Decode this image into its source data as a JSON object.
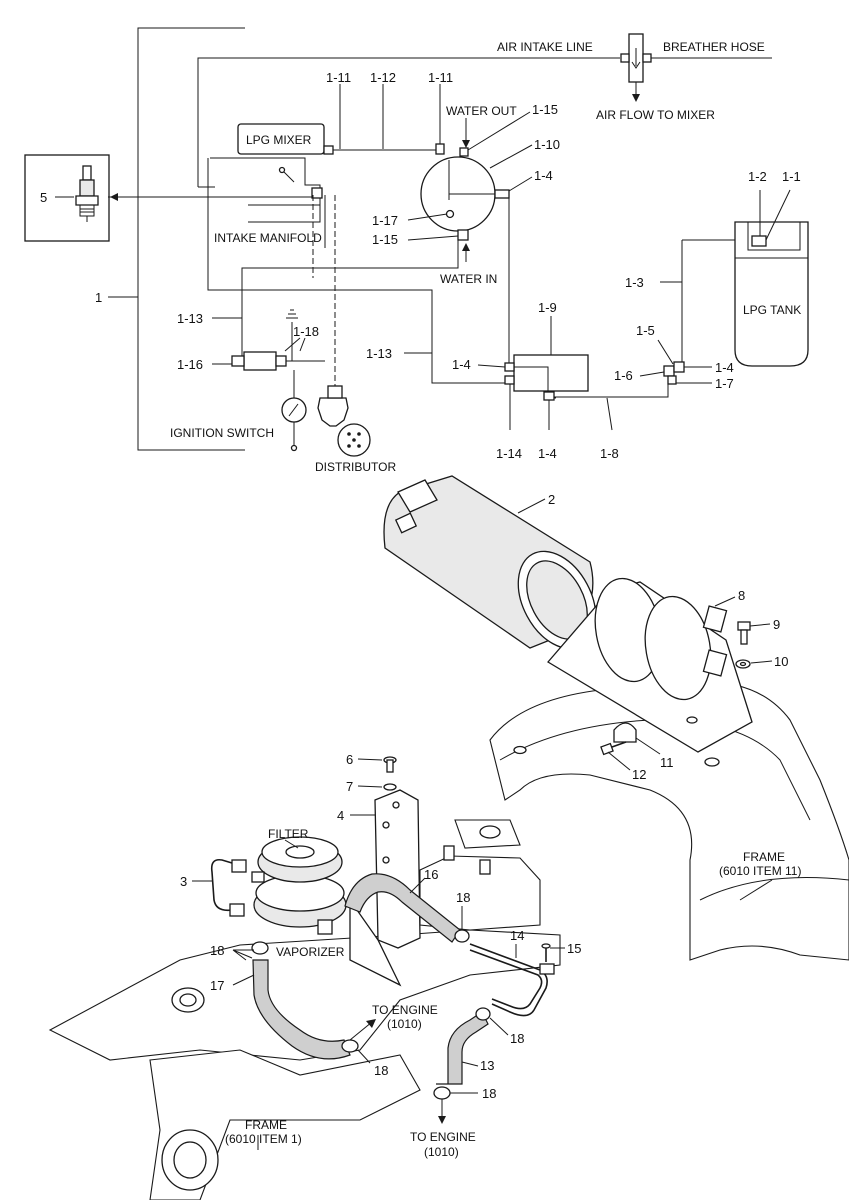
{
  "schematic": {
    "air_intake_line": "AIR INTAKE LINE",
    "breather_hose": "BREATHER HOSE",
    "air_flow_to_mixer": "AIR FLOW TO MIXER",
    "lpg_mixer": "LPG MIXER",
    "intake_manifold": "INTAKE MANIFOLD",
    "water_out": "WATER OUT",
    "water_in": "WATER IN",
    "lpg_tank": "LPG TANK",
    "ignition_switch": "IGNITION SWITCH",
    "distributor": "DISTRIBUTOR",
    "callouts": {
      "c1": "1",
      "c1_1": "1-1",
      "c1_2": "1-2",
      "c1_3": "1-3",
      "c1_4a": "1-4",
      "c1_4b": "1-4",
      "c1_4c": "1-4",
      "c1_4d": "1-4",
      "c1_5": "1-5",
      "c1_6": "1-6",
      "c1_7": "1-7",
      "c1_8": "1-8",
      "c1_9": "1-9",
      "c1_10": "1-10",
      "c1_11a": "1-11",
      "c1_11b": "1-11",
      "c1_12": "1-12",
      "c1_13a": "1-13",
      "c1_13b": "1-13",
      "c1_14": "1-14",
      "c1_15a": "1-15",
      "c1_15b": "1-15",
      "c1_16": "1-16",
      "c1_17": "1-17",
      "c1_18": "1-18",
      "c5": "5"
    }
  },
  "assembly": {
    "filter": "FILTER",
    "vaporizer": "VAPORIZER",
    "to_engine_a": "TO ENGINE",
    "to_engine_a_ref": "(1010)",
    "to_engine_b": "TO ENGINE",
    "to_engine_b_ref": "(1010)",
    "frame_right": "FRAME",
    "frame_right_ref": "(6010 ITEM 11)",
    "frame_left": "FRAME",
    "frame_left_ref": "(6010 ITEM 1)",
    "callouts": {
      "c2": "2",
      "c3": "3",
      "c4": "4",
      "c6": "6",
      "c7": "7",
      "c8": "8",
      "c9": "9",
      "c10": "10",
      "c11": "11",
      "c12": "12",
      "c13": "13",
      "c14": "14",
      "c15": "15",
      "c16": "16",
      "c17": "17",
      "c18a": "18",
      "c18b": "18",
      "c18c": "18",
      "c18d": "18",
      "c18e": "18"
    }
  }
}
